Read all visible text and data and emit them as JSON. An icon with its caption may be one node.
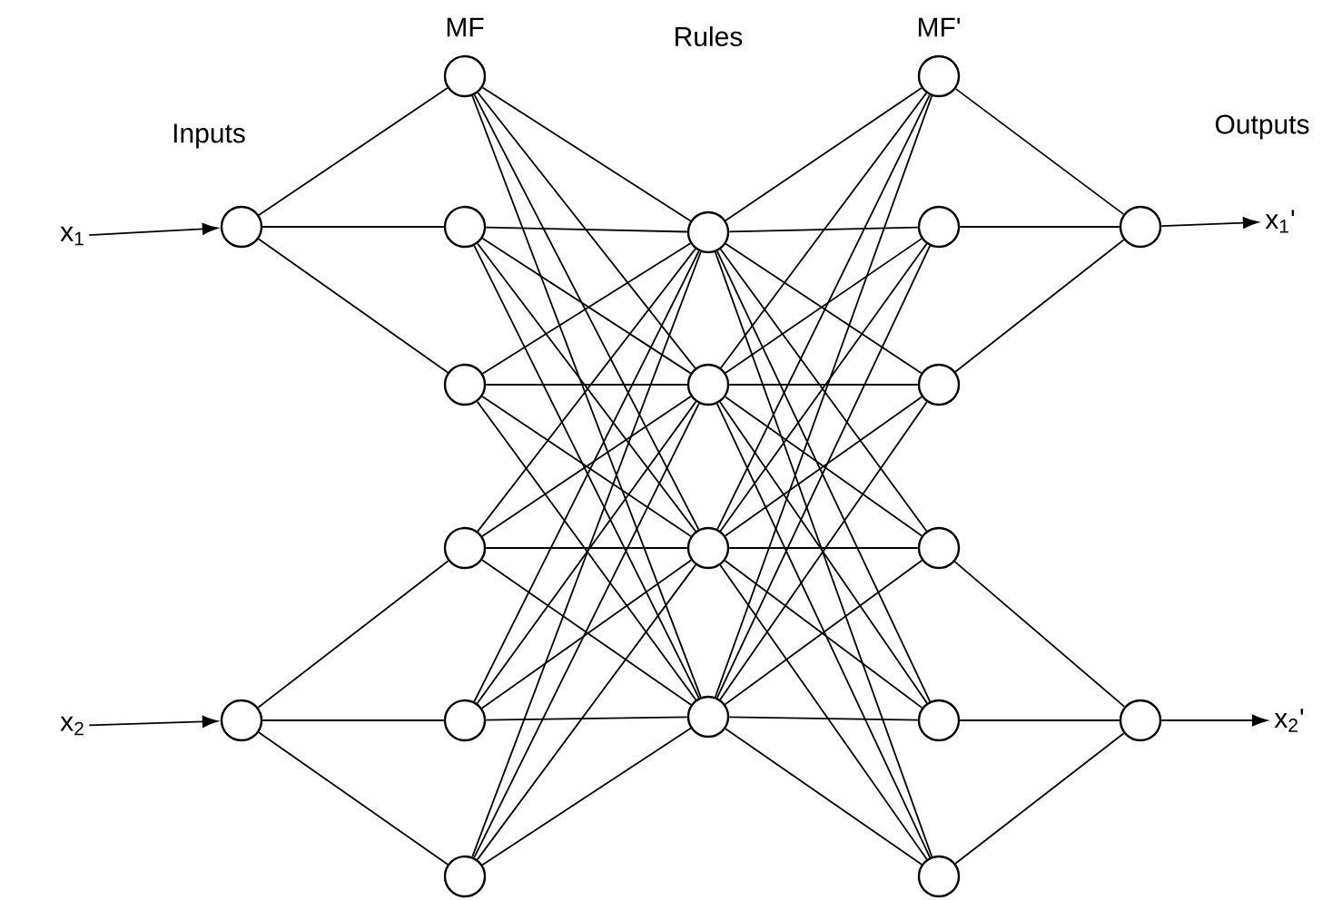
{
  "diagram": {
    "nodes": [
      {
        "text": [
          "x$_{1}$"
        ]
      },
      {
        "text": [
          "x$_{2}$"
        ]
      },
      {
        "text": [],
        "shape": "circle"
      },
      {
        "text": [],
        "shape": "circle"
      },
      {
        "text": [],
        "shape": "circle"
      },
      {
        "text": [],
        "shape": "circle"
      },
      {
        "text": [],
        "shape": "circle"
      },
      {
        "text": [],
        "shape": "circle"
      },
      {
        "text": [],
        "shape": "circle"
      },
      {
        "text": [],
        "shape": "circle"
      },
      {
        "text": [],
        "shape": "circle"
      },
      {
        "text": [],
        "shape": "circle"
      },
      {
        "text": [],
        "shape": "circle"
      },
      {
        "text": [],
        "shape": "circle"
      },
      {
        "text": [],
        "shape": "circle"
      },
      {
        "text": [],
        "shape": "circle"
      },
      {
        "text": [],
        "shape": "circle"
      },
      {
        "text": [],
        "shape": "circle"
      },
      {
        "text": [],
        "shape": "circle"
      },
      {
        "text": [],
        "shape": "circle"
      },
      {
        "text": [],
        "shape": "circle"
      },
      {
        "text": [],
        "shape": "circle"
      },
      {
        "text": [
          "x$_{1}$'"
        ]
      },
      {
        "text": [
          "x$_{2}$'"
        ]
      }
    ],
    "edges": [
      {
        "from": 0,
        "to": 2,
        "arrow": "to"
      },
      {
        "from": 1,
        "to": 3,
        "arrow": "to"
      },
      {
        "from": 2,
        "to": 4,
        "arrow": "none"
      },
      {
        "from": 2,
        "to": 5,
        "arrow": "none"
      },
      {
        "from": 2,
        "to": 6,
        "arrow": "none"
      },
      {
        "from": 3,
        "to": 7,
        "arrow": "none"
      },
      {
        "from": 3,
        "to": 8,
        "arrow": "none"
      },
      {
        "from": 3,
        "to": 9,
        "arrow": "none"
      },
      {
        "from": 4,
        "to": 10,
        "arrow": "none"
      },
      {
        "from": 4,
        "to": 11,
        "arrow": "none"
      },
      {
        "from": 4,
        "to": 12,
        "arrow": "none"
      },
      {
        "from": 4,
        "to": 13,
        "arrow": "none"
      },
      {
        "from": 5,
        "to": 10,
        "arrow": "none"
      },
      {
        "from": 5,
        "to": 11,
        "arrow": "none"
      },
      {
        "from": 5,
        "to": 12,
        "arrow": "none"
      },
      {
        "from": 5,
        "to": 13,
        "arrow": "none"
      },
      {
        "from": 6,
        "to": 10,
        "arrow": "none"
      },
      {
        "from": 6,
        "to": 11,
        "arrow": "none"
      },
      {
        "from": 6,
        "to": 12,
        "arrow": "none"
      },
      {
        "from": 6,
        "to": 13,
        "arrow": "none"
      },
      {
        "from": 7,
        "to": 10,
        "arrow": "none"
      },
      {
        "from": 7,
        "to": 11,
        "arrow": "none"
      },
      {
        "from": 7,
        "to": 12,
        "arrow": "none"
      },
      {
        "from": 7,
        "to": 13,
        "arrow": "none"
      },
      {
        "from": 8,
        "to": 10,
        "arrow": "none"
      },
      {
        "from": 8,
        "to": 11,
        "arrow": "none"
      },
      {
        "from": 8,
        "to": 12,
        "arrow": "none"
      },
      {
        "from": 8,
        "to": 13,
        "arrow": "none"
      },
      {
        "from": 9,
        "to": 10,
        "arrow": "none"
      },
      {
        "from": 9,
        "to": 11,
        "arrow": "none"
      },
      {
        "from": 9,
        "to": 12,
        "arrow": "none"
      },
      {
        "from": 9,
        "to": 13,
        "arrow": "none"
      },
      {
        "from": 10,
        "to": 14,
        "arrow": "none"
      },
      {
        "from": 10,
        "to": 15,
        "arrow": "none"
      },
      {
        "from": 10,
        "to": 16,
        "arrow": "none"
      },
      {
        "from": 10,
        "to": 17,
        "arrow": "none"
      },
      {
        "from": 10,
        "to": 18,
        "arrow": "none"
      },
      {
        "from": 10,
        "to": 19,
        "arrow": "none"
      },
      {
        "from": 11,
        "to": 14,
        "arrow": "none"
      },
      {
        "from": 11,
        "to": 15,
        "arrow": "none"
      },
      {
        "from": 11,
        "to": 16,
        "arrow": "none"
      },
      {
        "from": 11,
        "to": 17,
        "arrow": "none"
      },
      {
        "from": 11,
        "to": 18,
        "arrow": "none"
      },
      {
        "from": 11,
        "to": 19,
        "arrow": "none"
      },
      {
        "from": 12,
        "to": 14,
        "arrow": "none"
      },
      {
        "from": 12,
        "to": 15,
        "arrow": "none"
      },
      {
        "from": 12,
        "to": 16,
        "arrow": "none"
      },
      {
        "from": 12,
        "to": 17,
        "arrow": "none"
      },
      {
        "from": 12,
        "to": 18,
        "arrow": "none"
      },
      {
        "from": 12,
        "to": 19,
        "arrow": "none"
      },
      {
        "from": 13,
        "to": 14,
        "arrow": "none"
      },
      {
        "from": 13,
        "to": 15,
        "arrow": "none"
      },
      {
        "from": 13,
        "to": 16,
        "arrow": "none"
      },
      {
        "from": 13,
        "to": 17,
        "arrow": "none"
      },
      {
        "from": 13,
        "to": 18,
        "arrow": "none"
      },
      {
        "from": 13,
        "to": 19,
        "arrow": "none"
      },
      {
        "from": 14,
        "to": 20,
        "arrow": "none"
      },
      {
        "from": 15,
        "to": 20,
        "arrow": "none"
      },
      {
        "from": 16,
        "to": 20,
        "arrow": "none"
      },
      {
        "from": 17,
        "to": 21,
        "arrow": "none"
      },
      {
        "from": 18,
        "to": 21,
        "arrow": "none"
      },
      {
        "from": 19,
        "to": 21,
        "arrow": "none"
      },
      {
        "from": 20,
        "to": 22,
        "arrow": "to"
      },
      {
        "from": 21,
        "to": 23,
        "arrow": "to"
      }
    ],
    "labels": [
      "Inputs",
      "MF",
      "Rules",
      "MF'",
      "Outputs"
    ]
  }
}
